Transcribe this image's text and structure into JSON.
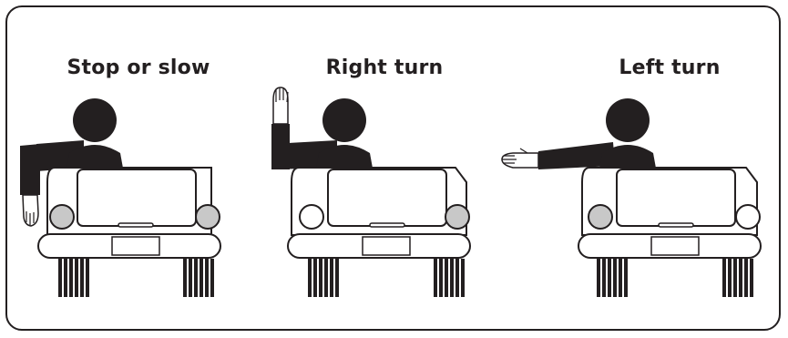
{
  "colors": {
    "ink": "#231f20",
    "paper": "#ffffff",
    "lamp_fill": "#c8c8c8"
  },
  "signals": [
    {
      "label": "Stop or slow",
      "gesture": "arm-down-hand"
    },
    {
      "label": "Right turn",
      "gesture": "arm-up-hand"
    },
    {
      "label": "Left turn",
      "gesture": "arm-straight-hand"
    }
  ]
}
